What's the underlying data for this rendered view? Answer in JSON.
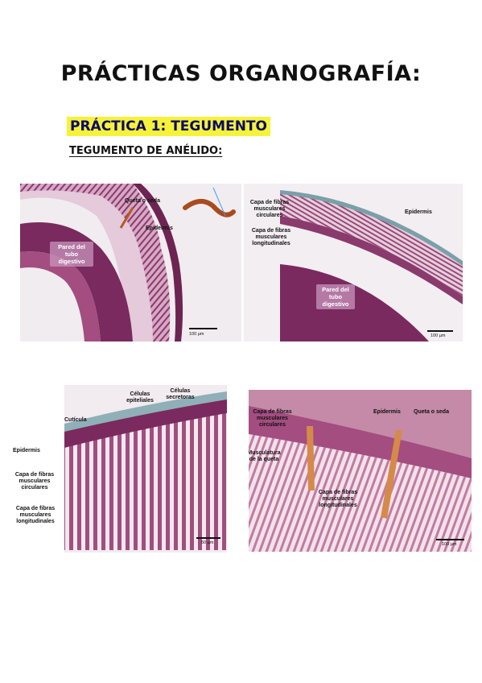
{
  "page": {
    "title": "PRÁCTICAS ORGANOGRAFÍA:",
    "section": "PRÁCTICA 1: TEGUMENTO",
    "subsection": "TEGUMENTO DE ANÉLIDO:"
  },
  "figures": {
    "fig1": {
      "labels": {
        "queta": "Queta o seda",
        "epidermis": "Epidermis",
        "pared": "Pared del tubo digestivo"
      },
      "scale": "100 µm"
    },
    "fig2": {
      "labels": {
        "circulares": "Capa de fibras musculares circulares",
        "longitudinales": "Capa de fibras musculares longitudinales",
        "epidermis": "Epidermis",
        "pared": "Pared del tubo digestivo"
      },
      "scale": "100 µm"
    },
    "fig3": {
      "labels": {
        "celulas_epiteliales": "Células epiteliales",
        "celulas_secretoras": "Células secretoras",
        "cuticula": "Cutícula",
        "epidermis": "Epidermis",
        "circulares": "Capa de fibras musculares circulares",
        "longitudinales": "Capa de fibras musculares longitudinales"
      },
      "scale": "50 µm"
    },
    "fig4": {
      "labels": {
        "epidermis": "Epidermis",
        "queta": "Queta o seda",
        "circulares": "Capa de fibras musculares circulares",
        "musculatura": "Musculatura de la queta",
        "longitudinales": "Capa de fibras musculares longitudinales"
      },
      "scale": "100 µm"
    }
  },
  "colors": {
    "highlight": "#f6f23a",
    "tissue_dark": "#7a2a5e",
    "tissue_mid": "#b0608e",
    "tissue_light": "#e3c3d6",
    "background": "#f3eef1"
  }
}
